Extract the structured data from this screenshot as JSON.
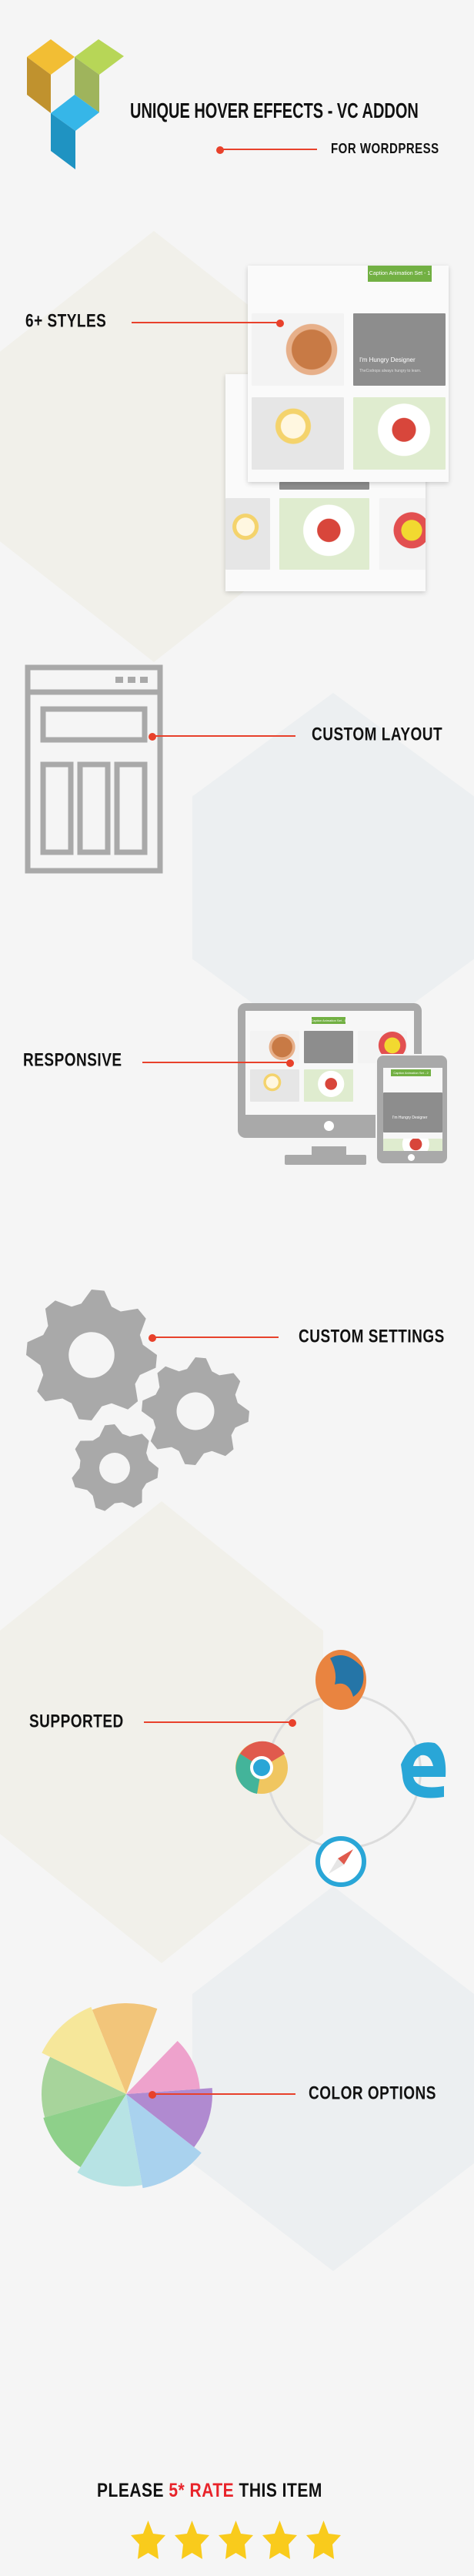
{
  "header": {
    "title": "UNIQUE HOVER EFFECTS - VC ADDON",
    "subtitle": "FOR WORDPRESS"
  },
  "features": [
    {
      "label": "6+ STYLES"
    },
    {
      "label": "CUSTOM LAYOUT"
    },
    {
      "label": "RESPONSIVE"
    },
    {
      "label": "CUSTOM SETTINGS"
    },
    {
      "label": "SUPPORTED"
    },
    {
      "label": "COLOR OPTIONS"
    }
  ],
  "styles_preview": {
    "tag": "Caption Animation Set - 1",
    "caption_title": "I'm Hungry Designer",
    "caption_sub": "TheCodrops always hungry to learn."
  },
  "responsive_preview": {
    "desktop_tag": "Caption Animation Set - 1",
    "mobile_tag": "Caption Animation Set - 2",
    "caption_title": "I'm Hungry Designer"
  },
  "browsers": [
    "firefox",
    "chrome",
    "edge",
    "safari"
  ],
  "footer": {
    "prefix": "PLEASE",
    "highlight": "5* RATE",
    "suffix": "THIS ITEM",
    "rating": 5
  },
  "colors": {
    "accent": "#e8412b",
    "star": "#f9cb1c",
    "logo": [
      "#f2be34",
      "#b7d657",
      "#36b6e8"
    ],
    "pie": [
      "#f2c57a",
      "#f6e79a",
      "#a7d49b",
      "#8ed08a",
      "#b7e3e4",
      "#a9d2ee",
      "#b08ad0",
      "#eea2cc"
    ]
  }
}
